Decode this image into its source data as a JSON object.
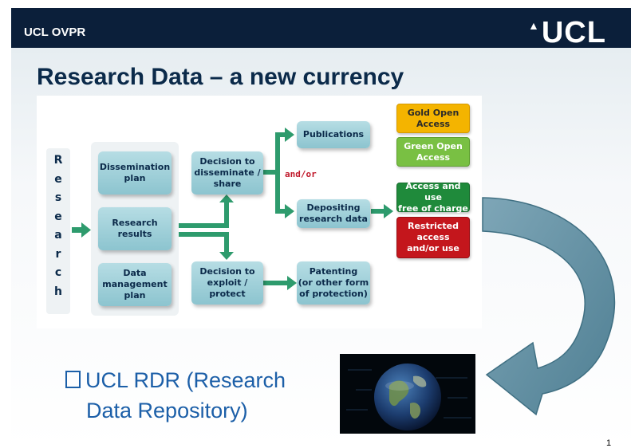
{
  "header": {
    "org": "UCL OVPR",
    "logo_text": "UCL",
    "bar_color": "#0b1f3a"
  },
  "slide": {
    "title": "Research Data – a new currency",
    "page_number": "1"
  },
  "diagram": {
    "vertical_word_letters": [
      "R",
      "e",
      "s",
      "e",
      "a",
      "r",
      "c",
      "h"
    ],
    "column1": {
      "dissemination_plan": [
        "Dissemination",
        "plan"
      ],
      "research_results": [
        "Research",
        "results"
      ],
      "data_management_plan": [
        "Data",
        "management",
        "plan"
      ]
    },
    "decision_share": [
      "Decision to",
      "disseminate /",
      "share"
    ],
    "decision_exploit": [
      "Decision to",
      "exploit /",
      "protect"
    ],
    "and_or": "and/or",
    "publications": "Publications",
    "depositing": [
      "Depositing",
      "research data"
    ],
    "patenting": [
      "Patenting",
      "(or other form",
      "of protection)"
    ],
    "outcomes": {
      "gold_open_access": [
        "Gold Open",
        "Access"
      ],
      "green_open_access": [
        "Green Open",
        "Access"
      ],
      "access_free": [
        "Access and use",
        "free of charge"
      ],
      "restricted": [
        "Restricted",
        "access",
        "and/or use"
      ]
    },
    "colors": {
      "box_fill": "#9fd0da",
      "arrow": "#2e9b6d",
      "gold": "#f4b400",
      "green_light": "#79c043",
      "green_dark": "#1f8a3b",
      "red": "#c4161c",
      "and_or": "#c0182a"
    }
  },
  "bullet": {
    "line1": "UCL RDR (Research",
    "line2": "Data Repository)",
    "icon": "checkbox-bullet"
  },
  "image": {
    "description_icon": "earth-globe-digital"
  },
  "curved_arrow_color": "#5e8a9e"
}
